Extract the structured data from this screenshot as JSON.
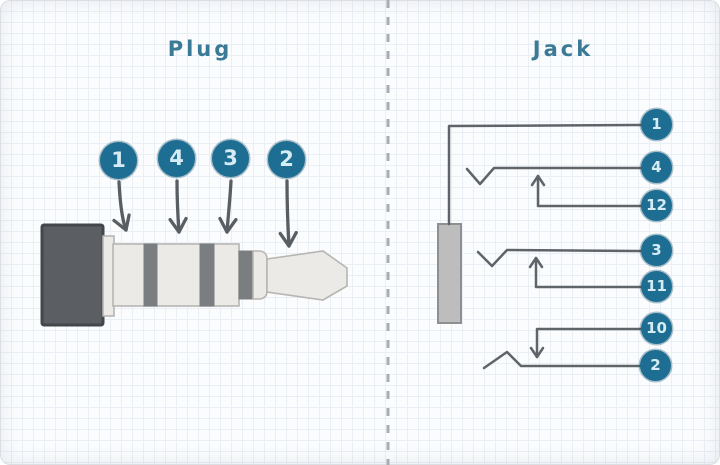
{
  "plug": {
    "title": "Plug",
    "pins": [
      {
        "label": "1"
      },
      {
        "label": "4"
      },
      {
        "label": "3"
      },
      {
        "label": "2"
      }
    ]
  },
  "jack": {
    "title": "Jack",
    "pins": [
      {
        "label": "1"
      },
      {
        "label": "4"
      },
      {
        "label": "12"
      },
      {
        "label": "3"
      },
      {
        "label": "11"
      },
      {
        "label": "10"
      },
      {
        "label": "2"
      }
    ]
  },
  "colors": {
    "badge": "#1d6e92",
    "badge-text": "#d6ecf4",
    "title": "#3a7a96",
    "wire": "#5f6468",
    "arrow": "#595e62",
    "plug-dark": "#5b5f63",
    "plug-dark-border": "#43474b",
    "plug-light": "#ebeae7",
    "plug-light-border": "#b6b5b2",
    "plug-band": "#7b7e81",
    "jack-body": "#bdbdbd",
    "jack-body-border": "#8f8f8f",
    "divider": "#a9adb1",
    "grid": "#e9eff5",
    "paper": "#fbfcfe"
  }
}
